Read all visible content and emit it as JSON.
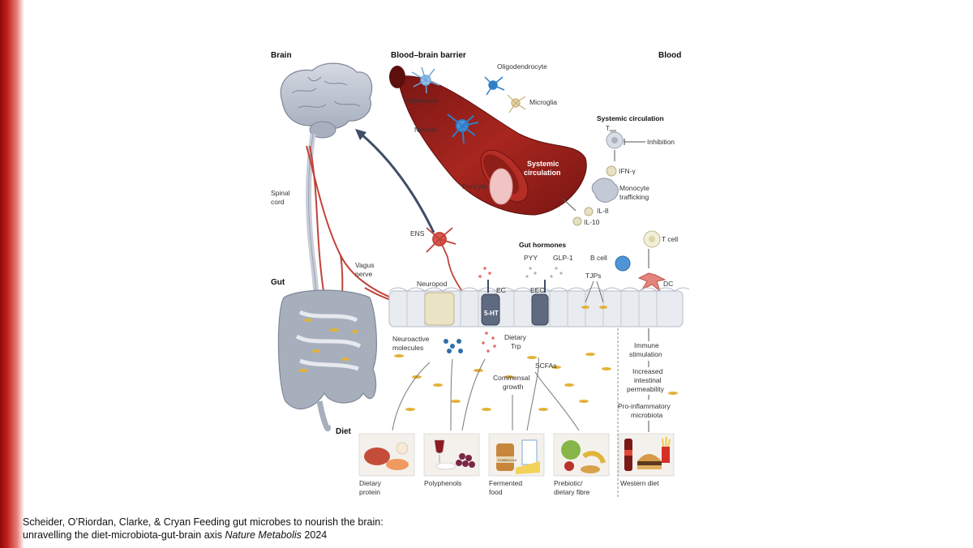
{
  "diagram": {
    "section_labels": {
      "brain": "Brain",
      "bbb": "Blood–brain barrier",
      "blood": "Blood",
      "gut": "Gut",
      "diet": "Diet"
    },
    "brain_labels": {
      "spinal_cord_1": "Spinal",
      "spinal_cord_2": "cord",
      "vagus_1": "Vagus",
      "vagus_2": "nerve"
    },
    "bbb_labels": {
      "oligodendrocyte": "Oligodendrocyte",
      "astrocytes": "Astrocytes",
      "microglia": "Microglia",
      "neuron": "Neuron",
      "systemic_1": "Systemic",
      "systemic_2": "circulation",
      "pericyte": "Pericyte"
    },
    "blood_labels": {
      "title": "Systemic circulation",
      "treg": "T",
      "treg_sub": "reg",
      "inhibition": "Inhibition",
      "ifn": "IFN-γ",
      "monocyte_1": "Monocyte",
      "monocyte_2": "trafficking",
      "il8": "IL-8",
      "il10": "IL-10"
    },
    "gut_labels": {
      "ens": "ENS",
      "gut_hormones": "Gut hormones",
      "pyy": "PYY",
      "glp1": "GLP-1",
      "tcell": "T cell",
      "bcell": "B cell",
      "neuropod": "Neuropod",
      "ec": "EC",
      "eec": "EEC",
      "tjps": "TJPs",
      "dc": "DC",
      "ht": "5-HT",
      "neuroactive_1": "Neuroactive",
      "neuroactive_2": "molecules",
      "trp_1": "Dietary",
      "trp_2": "Trp",
      "scfas": "SCFAs",
      "commensal_1": "Commensal",
      "commensal_2": "growth",
      "immune_1": "Immune",
      "immune_2": "stimulation",
      "perm_1": "Increased",
      "perm_2": "intestinal",
      "perm_3": "permeability",
      "proinf_1": "Pro-inflammatory",
      "proinf_2": "microbiota"
    },
    "diet_items": [
      {
        "line1": "Dietary",
        "line2": "protein"
      },
      {
        "line1": "Polyphenols",
        "line2": ""
      },
      {
        "line1": "Fermented",
        "line2": "food"
      },
      {
        "line1": "Prebiotic/",
        "line2": "dietary fibre"
      },
      {
        "line1": "Western diet",
        "line2": ""
      }
    ],
    "food_label": "KOMBUCHA"
  },
  "citation": {
    "line1": "Scheider, O’Riordan, Clarke, & Cryan Feeding gut microbes to nourish the brain:",
    "line2_plain": "unravelling the diet-microbiota-gut-brain axis ",
    "line2_italic": "Nature Metabolis",
    "line2_year": " 2024"
  },
  "colors": {
    "accent": "#b3151a",
    "vessel": "#8a1c18",
    "nerve": "#c0433a",
    "neuron_blue": "#2f7fc8",
    "gut_gray": "#8e96a4"
  }
}
